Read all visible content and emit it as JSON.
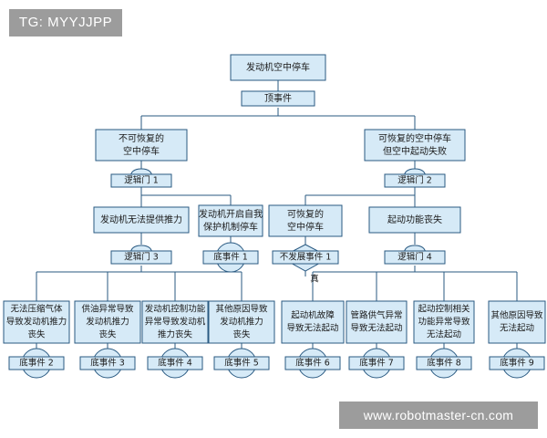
{
  "watermark_top": "TG: MYYJJPP",
  "watermark_bottom": "www.robotmaster-cn.com",
  "diagram": {
    "top": {
      "title": "发动机空中停车",
      "label": "顶事件"
    },
    "left": {
      "lines": [
        "不可恢复的",
        "空中停车"
      ],
      "gate": "逻辑门 1"
    },
    "right": {
      "lines": [
        "可恢复的空中停车",
        "但空中起动失败"
      ],
      "gate": "逻辑门 2"
    },
    "engine_thrust": {
      "text": "发动机无法提供推力",
      "gate": "逻辑门 3"
    },
    "self_protect": {
      "lines": [
        "发动机开启自我",
        "保护机制停车"
      ],
      "event": "底事件 1"
    },
    "recoverable": {
      "lines": [
        "可恢复的",
        "空中停车"
      ],
      "condition": "不发展事件 1",
      "cond_label": "真"
    },
    "start_loss": {
      "text": "起动功能丧失",
      "gate": "逻辑门 4"
    },
    "bottom": [
      {
        "lines": [
          "无法压缩气体",
          "导致发动机推力",
          "丧失"
        ],
        "event": "底事件 2"
      },
      {
        "lines": [
          "供油异常导致",
          "发动机推力",
          "丧失"
        ],
        "event": "底事件 3"
      },
      {
        "lines": [
          "发动机控制功能",
          "异常导致发动机",
          "推力丧失"
        ],
        "event": "底事件 4"
      },
      {
        "lines": [
          "其他原因导致",
          "发动机推力",
          "丧失"
        ],
        "event": "底事件 5"
      },
      {
        "lines": [
          "起动机故障",
          "导致无法起动"
        ],
        "event": "底事件 6"
      },
      {
        "lines": [
          "管路供气异常",
          "导致无法起动"
        ],
        "event": "底事件 7"
      },
      {
        "lines": [
          "起动控制相关",
          "功能异常导致",
          "无法起动"
        ],
        "event": "底事件 8"
      },
      {
        "lines": [
          "其他原因导致",
          "无法起动"
        ],
        "event": "底事件 9"
      }
    ]
  }
}
